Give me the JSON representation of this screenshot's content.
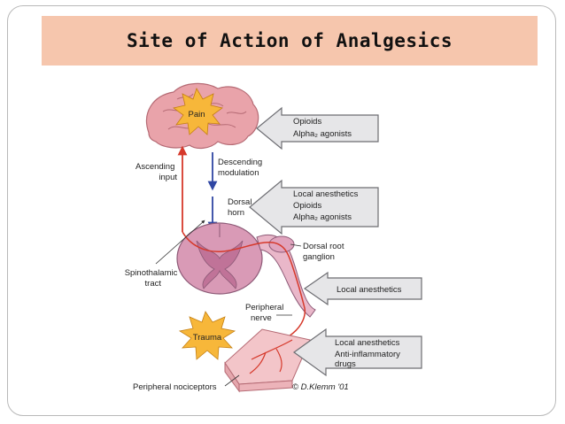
{
  "slide": {
    "title": "Site of Action of Analgesics"
  },
  "diagram": {
    "brain_burst_label": "Pain",
    "trauma_burst_label": "Trauma",
    "ascending_label": [
      "Ascending",
      "input"
    ],
    "descending_label": [
      "Descending",
      "modulation"
    ],
    "dorsal_horn_label": [
      "Dorsal",
      "horn"
    ],
    "spinothalamic_label": [
      "Spinothalamic",
      "tract"
    ],
    "dorsal_root_ganglion_label": [
      "Dorsal root",
      "ganglion"
    ],
    "peripheral_nerve_label": [
      "Peripheral",
      "nerve"
    ],
    "peripheral_nociceptors_label": "Peripheral nociceptors",
    "copyright": "© D.Klemm '01",
    "drug_callouts": [
      {
        "lines": [
          "Opioids",
          "Alpha₂ agonists"
        ]
      },
      {
        "lines": [
          "Local anesthetics",
          "Opioids",
          "Alpha₂ agonists"
        ]
      },
      {
        "lines": [
          "Local anesthetics"
        ]
      },
      {
        "lines": [
          "Local anesthetics",
          "Anti-inflammatory",
          "drugs"
        ]
      }
    ],
    "colors": {
      "title_bg": "#f6c6ad",
      "brain": "#e9a3aa",
      "spinal_cord": "#d99ab6",
      "burst": "#f7b73a",
      "ascending_arrow": "#d6392b",
      "descending_arrow": "#2f46a3",
      "callout_fill": "#e6e6e8",
      "callout_stroke": "#6d6d72"
    }
  }
}
